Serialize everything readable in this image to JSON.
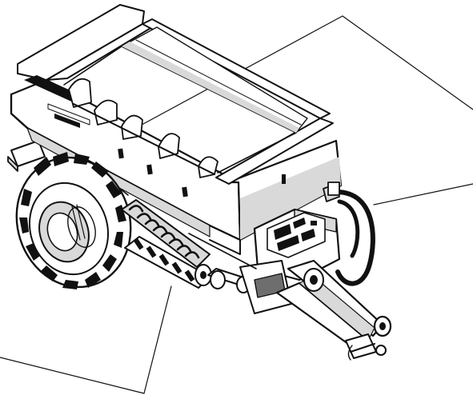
{
  "figure": {
    "subject": "manure-spreader-illustration",
    "colors": {
      "ink": "#111111",
      "paper": "#ffffff",
      "panel_shade": "#d9d9d9",
      "deep_shade": "#6e6e6e"
    },
    "callouts": [
      {
        "name": "callout-top-right"
      },
      {
        "name": "callout-right"
      },
      {
        "name": "callout-bottom-left"
      }
    ]
  }
}
